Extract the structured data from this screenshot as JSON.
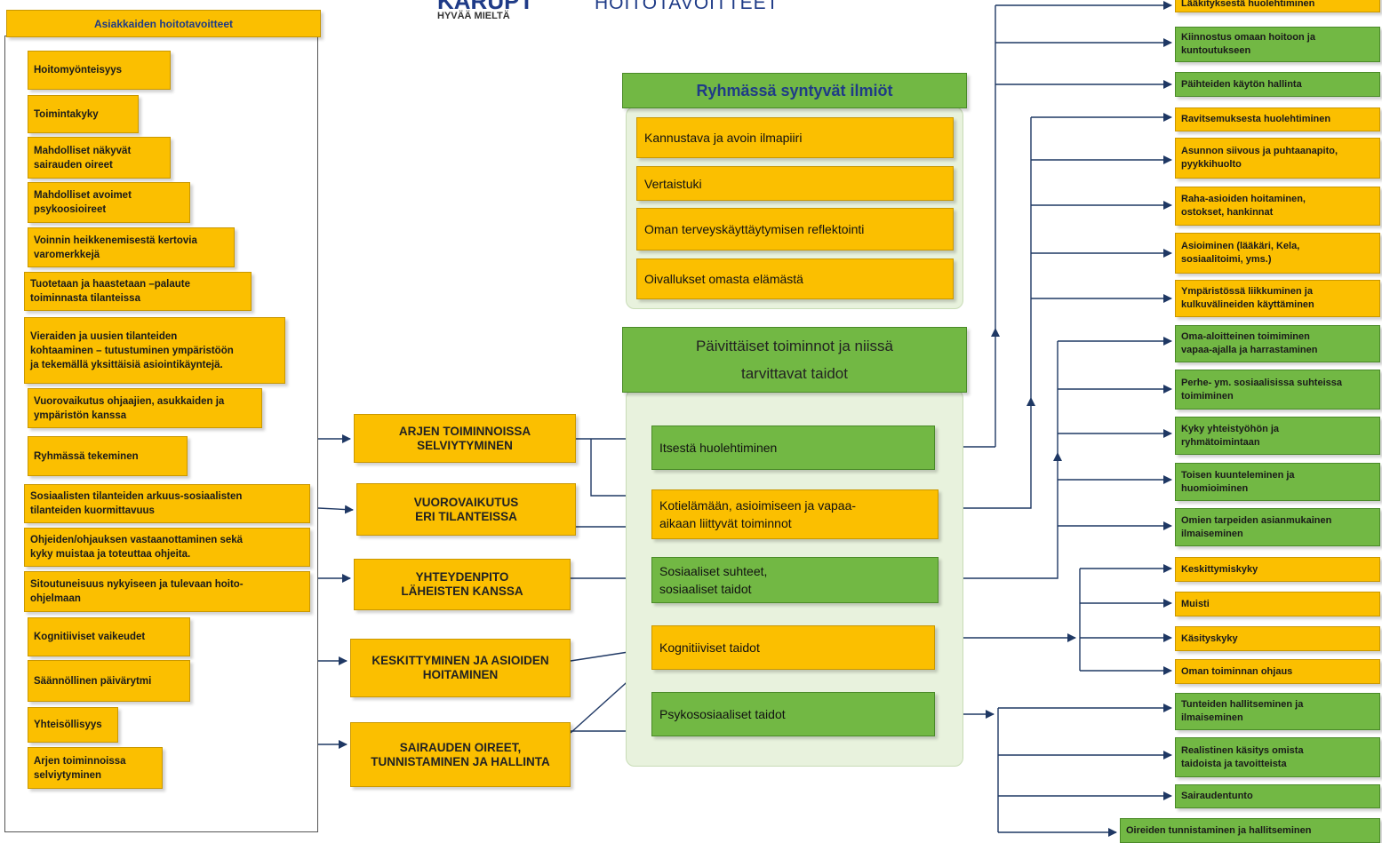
{
  "header": {
    "logo_partial": "KARUPT",
    "logo_sub": "HYVÄÄ MIELTÄ",
    "title_partial": "HOITOTAVOITTEET"
  },
  "left_column": {
    "title": "Asiakkaiden hoitotavoitteet",
    "items": [
      "Hoitomyönteisyys",
      "Toimintakyky",
      "Mahdolliset näkyvät\nsairauden oireet",
      "Mahdolliset avoimet\npsykoosioireet",
      "Voinnin heikkenemisestä kertovia\nvaromerkkejä",
      "Tuotetaan ja haastetaan –palaute\ntoiminnasta tilanteissa",
      "Vieraiden ja uusien tilanteiden\nkohtaaminen – tutustuminen ympäristöön\nja tekemällä yksittäisiä asiointikäyntejä.",
      "Vuorovaikutus ohjaajien, asukkaiden ja\nympäristön kanssa",
      "Ryhmässä tekeminen",
      "Sosiaalisten tilanteiden arkuus-sosiaalisten\ntilanteiden kuormittavuus",
      "Ohjeiden/ohjauksen vastaanottaminen sekä\nkyky muistaa ja toteuttaa ohjeita.",
      "Sitoutuneisuus nykyiseen ja tulevaan hoito-\nohjelmaan",
      "Kognitiiviset vaikeudet",
      "Säännöllinen päivärytmi",
      "Yhteisöllisyys",
      "Arjen toiminnoissa\nselviytyminen"
    ]
  },
  "middle_column": {
    "items": [
      "ARJEN TOIMINNOISSA\nSELVIYTYMINEN",
      "VUOROVAIKUTUS\nERI TILANTEISSA",
      "YHTEYDENPITO\nLÄHEISTEN KANSSA",
      "KESKITTYMINEN JA ASIOIDEN\nHOITAMINEN",
      "SAIRAUDEN OIREET,\nTUNNISTAMINEN JA HALLINTA"
    ]
  },
  "group_panel": {
    "title": "Ryhmässä syntyvät ilmiöt",
    "items": [
      "Kannustava ja avoin ilmapiiri",
      "Vertaistuki",
      "Oman terveyskäyttäytymisen reflektointi",
      "Oivallukset omasta elämästä"
    ]
  },
  "daily_panel": {
    "title": "Päivittäiset toiminnot ja niissä\ntarvittavat taidot",
    "items": [
      "Itsestä huolehtiminen",
      "Kotielämään, asioimiseen ja vapaa-\naikaan liittyvät toiminnot",
      "Sosiaaliset suhteet,\nsosiaaliset taidot",
      "Kognitiiviset taidot",
      "Psykososiaaliset taidot"
    ]
  },
  "right_column": {
    "items": [
      "Lääkityksestä huolehtiminen",
      "Kiinnostus omaan hoitoon ja\nkuntoutukseen",
      "Päihteiden käytön hallinta",
      "Ravitsemuksesta huolehtiminen",
      "Asunnon siivous ja puhtaanapito,\npyykkihuolto",
      "Raha-asioiden hoitaminen,\nostokset, hankinnat",
      "Asioiminen (lääkäri, Kela,\nsosiaalitoimi, yms.)",
      "Ympäristössä liikkuminen ja\nkulkuvälineiden käyttäminen",
      "Oma-aloitteinen toimiminen\nvapaa-ajalla ja harrastaminen",
      "Perhe- ym. sosiaalisissa suhteissa\ntoimiminen",
      "Kyky yhteistyöhön ja\nryhmätoimintaan",
      "Toisen kuunteleminen ja\nhuomioiminen",
      "Omien tarpeiden asianmukainen\nilmaiseminen",
      "Keskittymiskyky",
      "Muisti",
      "Käsityskyky",
      "Oman toiminnan ohjaus",
      "Tunteiden hallitseminen ja\nilmaiseminen",
      "Realistinen käsitys omista\ntaidoista ja tavoitteista",
      "Sairaudentunto",
      "Oireiden tunnistaminen ja hallitseminen"
    ]
  },
  "colors": {
    "orange": "#fbbf00",
    "green": "#72b844",
    "panel_bg": "#e8f2dd",
    "connector": "#1f3864",
    "title_blue": "#1f3b87"
  }
}
